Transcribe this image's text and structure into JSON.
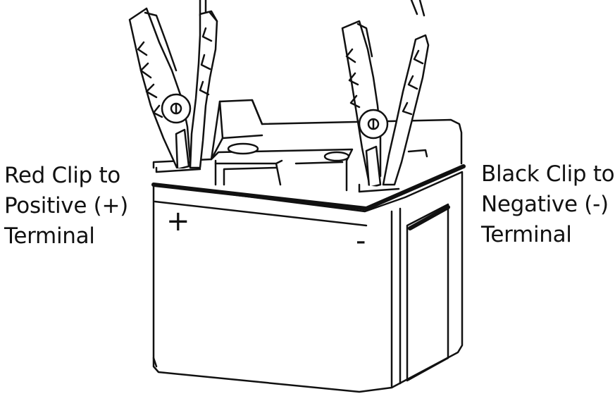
{
  "labels": {
    "left": [
      "Red Clip to",
      "Positive (+)",
      "Terminal"
    ],
    "right": [
      "Black Clip to",
      "Negative (-)",
      "Terminal"
    ]
  },
  "terminals": {
    "positive_sign": "+",
    "negative_sign": "-"
  },
  "colors": {
    "stroke": "#111111",
    "background": "#ffffff"
  }
}
